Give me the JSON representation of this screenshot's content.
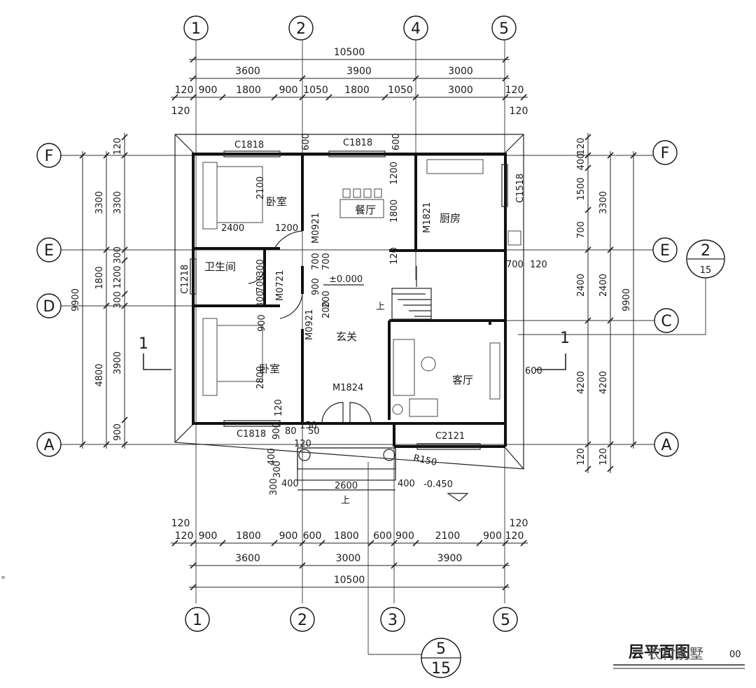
{
  "drawing": {
    "title": "层平面图",
    "watermark": "农村别墅",
    "title_suffix": "00",
    "stray_mark": "。"
  },
  "axes": {
    "vertical": [
      "1",
      "2",
      "3",
      "4",
      "5"
    ],
    "horizontal": [
      "A",
      "C",
      "D",
      "E",
      "F"
    ]
  },
  "dimensions": {
    "top_total": "10500",
    "top_spans": [
      "3600",
      "3900",
      "3000"
    ],
    "top_detail": [
      "120",
      "900",
      "1800",
      "900",
      "1050",
      "1800",
      "1050",
      "3000",
      "120"
    ],
    "top_wall_left": "120",
    "top_wall_right": "120",
    "bottom_detail": [
      "120",
      "900",
      "1800",
      "900",
      "600",
      "1800",
      "600",
      "900",
      "2100",
      "900",
      "120"
    ],
    "bottom_wall_left": "120",
    "bottom_wall_right": "120",
    "bottom_spans": [
      "3600",
      "3000",
      "3900"
    ],
    "bottom_total": "10500",
    "left_outer_total": "9900",
    "left_mid": [
      "3300",
      "1800",
      "4800"
    ],
    "left_inner": [
      "120",
      "3300",
      "300",
      "1200",
      "300",
      "3900",
      "900"
    ],
    "right_total": "9900",
    "right_mid": [
      "3300",
      "2400",
      "4200",
      "120"
    ],
    "right_inner": [
      "120",
      "400",
      "1500",
      "700",
      "2400",
      "4200",
      "120"
    ],
    "misc": [
      "600",
      "600",
      "120",
      "700",
      "700",
      "120",
      "1200",
      "1800",
      "2100",
      "2400",
      "1200",
      "2800",
      "120",
      "900",
      "200",
      "300",
      "700",
      "900",
      "700",
      "300",
      "600",
      "200",
      "150",
      "50",
      "80",
      "120",
      "900",
      "400",
      "300",
      "300",
      "400",
      "400",
      "2600",
      "R150"
    ]
  },
  "rooms": {
    "bedroom_top": "卧室",
    "dining": "餐厅",
    "kitchen": "厨房",
    "bathroom": "卫生间",
    "entrance": "玄关",
    "bedroom_bottom": "卧室",
    "living": "客厅"
  },
  "openings": {
    "c1818_top_left": "C1818",
    "c1818_top_mid": "C1818",
    "c1818_bottom": "C1818",
    "c1518": "C1518",
    "c1218": "C1218",
    "c2121": "C2121",
    "m0921_a": "M0921",
    "m0921_b": "M0921",
    "m0721": "M0721",
    "m1821": "M1821",
    "m1824": "M1824"
  },
  "levels": {
    "floor": "±0.000",
    "outdoor": "-0.450",
    "stair_up": "上",
    "step_up": "上"
  },
  "section_marks": {
    "left": "1",
    "right": "1"
  },
  "detail_refs": [
    {
      "num": "2",
      "den": "15"
    },
    {
      "num": "5",
      "den": "15"
    }
  ]
}
